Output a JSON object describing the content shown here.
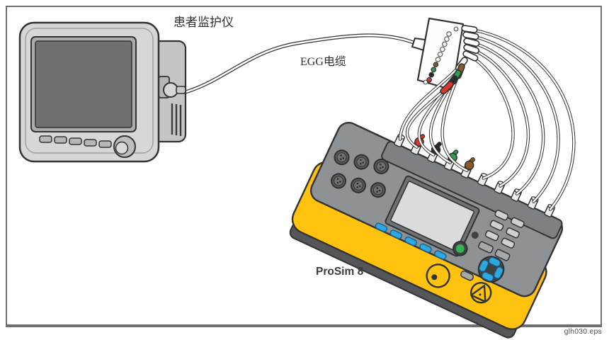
{
  "figure": {
    "monitor_label": "患者监护仪",
    "cable_label": "EGG电缆",
    "device_label": "ProSim 8",
    "caption": "glh030.eps"
  },
  "colors": {
    "outline": "#333333",
    "device_yellow": "#FFC20E",
    "device_gray": "#8F9294",
    "rail_gray": "#7E8183",
    "base_gray": "#55565A",
    "monitor_gray": "#D6D7D8",
    "monitor_side_gray": "#C4C5C6",
    "monitor_screen": "#6E7173",
    "lcd_gray": "#DADBDC",
    "softkey_blue": "#2FA8E1",
    "power_green": "#35B257",
    "wire_white": "#FFFFFF"
  },
  "ecg_leads": [
    {
      "name": "white-lead-1",
      "color": "#FFFFFF"
    },
    {
      "name": "white-lead-2",
      "color": "#FFFFFF"
    },
    {
      "name": "white-lead-3",
      "color": "#FFFFFF"
    },
    {
      "name": "white-lead-4",
      "color": "#FFFFFF"
    },
    {
      "name": "white-lead-5",
      "color": "#FFFFFF"
    },
    {
      "name": "white-lead-6",
      "color": "#FFFFFF"
    },
    {
      "name": "brown-lead",
      "color": "#8B5A2B"
    },
    {
      "name": "green-lead",
      "color": "#2E9E4F"
    },
    {
      "name": "black-lead",
      "color": "#2B2B2B"
    },
    {
      "name": "red-lead",
      "color": "#D6382C"
    }
  ],
  "connector_block_dots": [
    "#FFFFFF",
    "#FFFFFF",
    "#FFFFFF",
    "#FFFFFF",
    "#FFFFFF",
    "#FFFFFF",
    "#8B5A2B",
    "#2E9E4F",
    "#2B2B2B",
    "#D6382C"
  ],
  "device_posts": [
    {
      "clip": null
    },
    {
      "clip": "#D6382C"
    },
    {
      "clip": "#2B2B2B"
    },
    {
      "clip": "#2E9E4F"
    },
    {
      "clip": "#8B5A2B"
    },
    {
      "clip": null
    },
    {
      "clip": null
    },
    {
      "clip": null
    },
    {
      "clip": null
    },
    {
      "clip": null
    }
  ]
}
